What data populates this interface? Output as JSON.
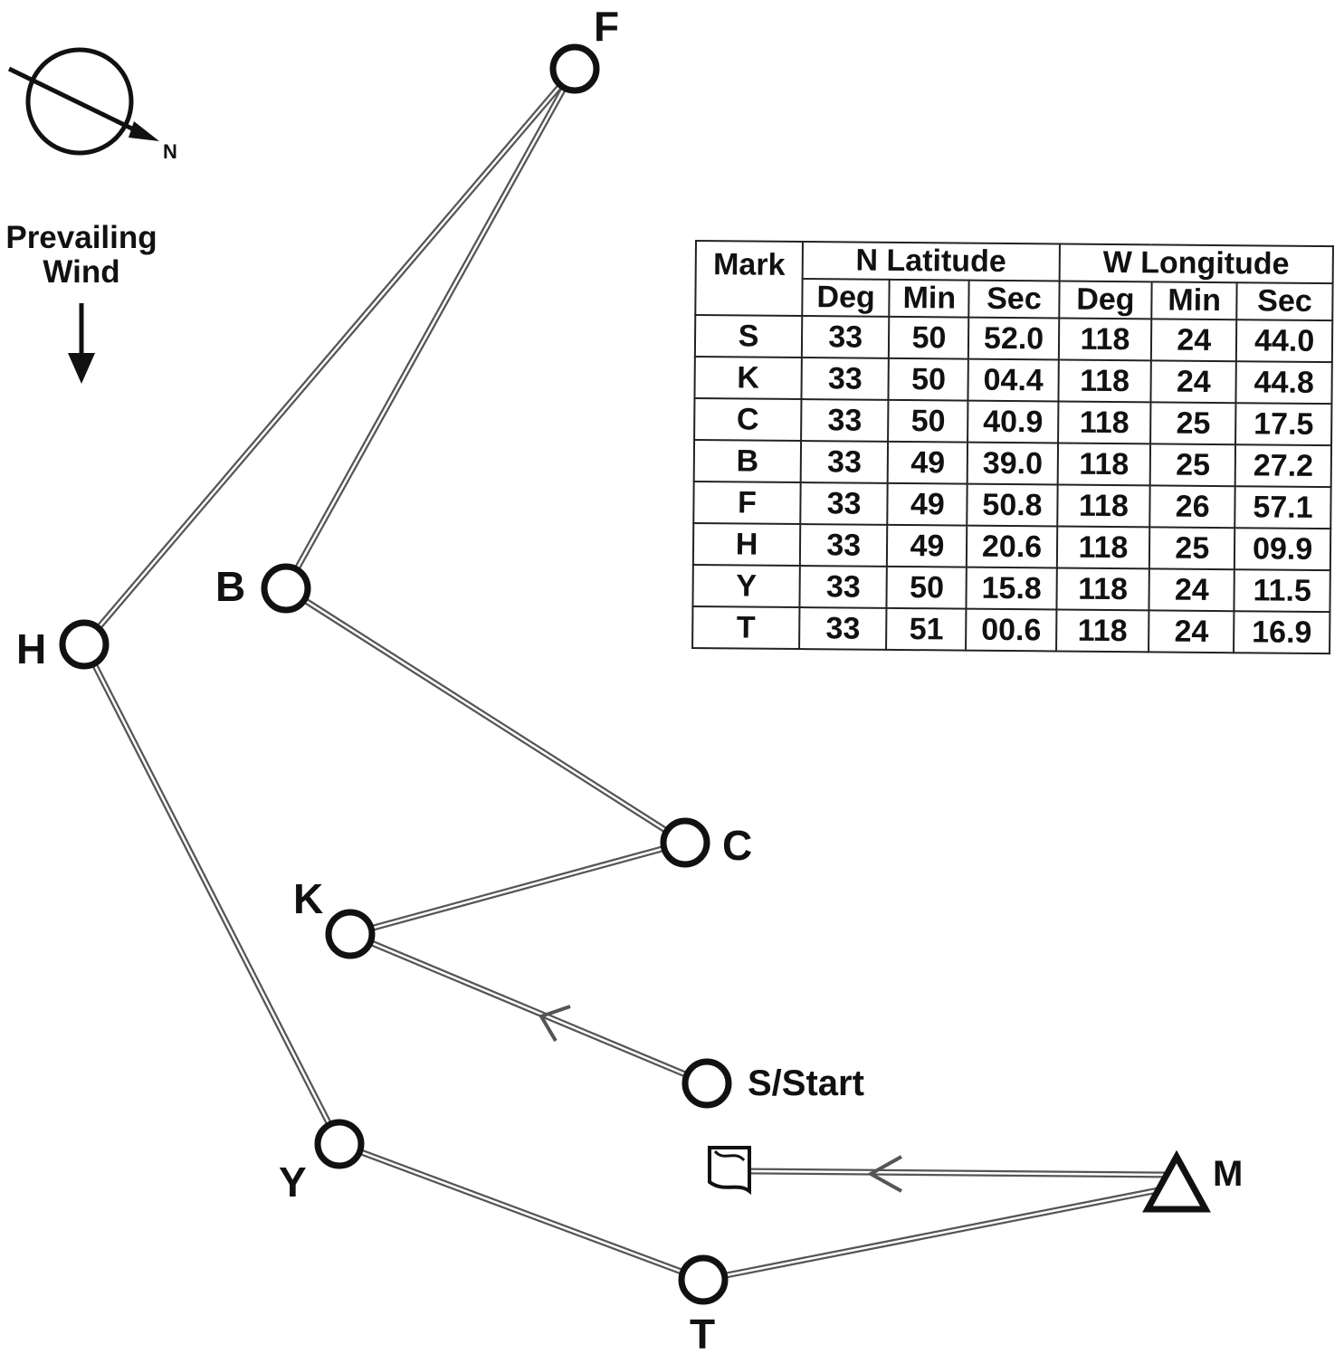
{
  "compass": {
    "north_label": "N"
  },
  "wind": {
    "line1": "Prevailing",
    "line2": "Wind"
  },
  "marks": [
    {
      "id": "F",
      "label": "F"
    },
    {
      "id": "B",
      "label": "B"
    },
    {
      "id": "H",
      "label": "H"
    },
    {
      "id": "C",
      "label": "C"
    },
    {
      "id": "K",
      "label": "K"
    },
    {
      "id": "S",
      "label": "S/Start"
    },
    {
      "id": "Y",
      "label": "Y"
    },
    {
      "id": "T",
      "label": "T"
    },
    {
      "id": "M",
      "label": "M"
    }
  ],
  "table": {
    "mark_header": "Mark",
    "group_headers": [
      "N Latitude",
      "W Longitude"
    ],
    "sub_headers": [
      "Deg",
      "Min",
      "Sec",
      "Deg",
      "Min",
      "Sec"
    ],
    "rows": [
      [
        "S",
        "33",
        "50",
        "52.0",
        "118",
        "24",
        "44.0"
      ],
      [
        "K",
        "33",
        "50",
        "04.4",
        "118",
        "24",
        "44.8"
      ],
      [
        "C",
        "33",
        "50",
        "40.9",
        "118",
        "25",
        "17.5"
      ],
      [
        "B",
        "33",
        "49",
        "39.0",
        "118",
        "25",
        "27.2"
      ],
      [
        "F",
        "33",
        "49",
        "50.8",
        "118",
        "26",
        "57.1"
      ],
      [
        "H",
        "33",
        "49",
        "20.6",
        "118",
        "25",
        "09.9"
      ],
      [
        "Y",
        "33",
        "50",
        "15.8",
        "118",
        "24",
        "11.5"
      ],
      [
        "T",
        "33",
        "51",
        "00.6",
        "118",
        "24",
        "16.9"
      ]
    ]
  }
}
